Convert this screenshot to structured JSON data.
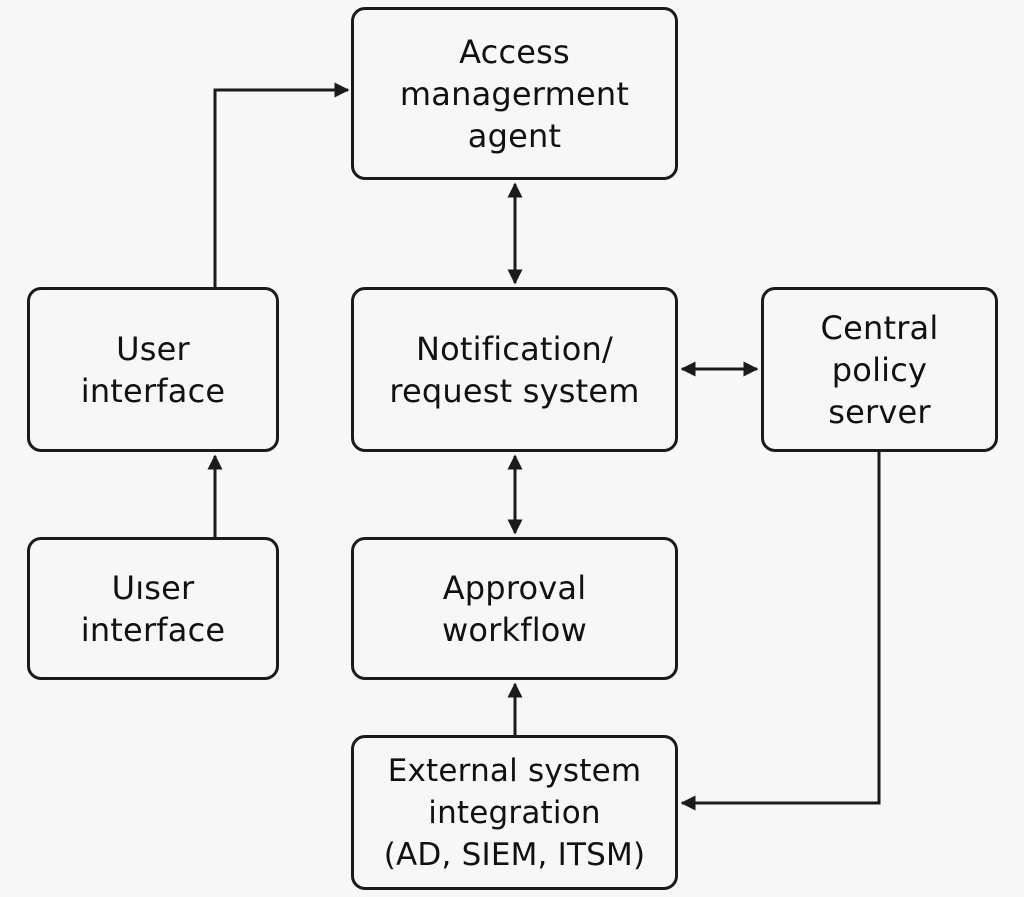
{
  "diagram": {
    "colors": {
      "stroke": "#1b1b1b",
      "background": "#f7f7f7",
      "text": "#111111"
    },
    "nodes": {
      "agent": {
        "lines": [
          "Access",
          "managerment",
          "agent"
        ]
      },
      "notification": {
        "lines": [
          "Notification/",
          "request system"
        ]
      },
      "user_interface_top": {
        "lines": [
          "User",
          "interface"
        ]
      },
      "user_interface_bottom": {
        "lines": [
          "Uıser",
          "interface"
        ]
      },
      "approval": {
        "lines": [
          "Approval",
          "workflow"
        ]
      },
      "central_policy": {
        "lines": [
          "Central",
          "policy",
          "server"
        ]
      },
      "external": {
        "lines": [
          "External system",
          "integration",
          "(AD, SIEM, ITSM)"
        ]
      }
    },
    "edges": [
      {
        "from": "user_interface_top",
        "to": "agent",
        "direction": "one-way"
      },
      {
        "from": "agent",
        "to": "notification",
        "direction": "both"
      },
      {
        "from": "notification",
        "to": "central_policy",
        "direction": "both"
      },
      {
        "from": "user_interface_bottom",
        "to": "user_interface_top",
        "direction": "one-way"
      },
      {
        "from": "notification",
        "to": "approval",
        "direction": "both"
      },
      {
        "from": "external",
        "to": "approval",
        "direction": "one-way"
      },
      {
        "from": "central_policy",
        "to": "external",
        "direction": "one-way"
      }
    ]
  }
}
